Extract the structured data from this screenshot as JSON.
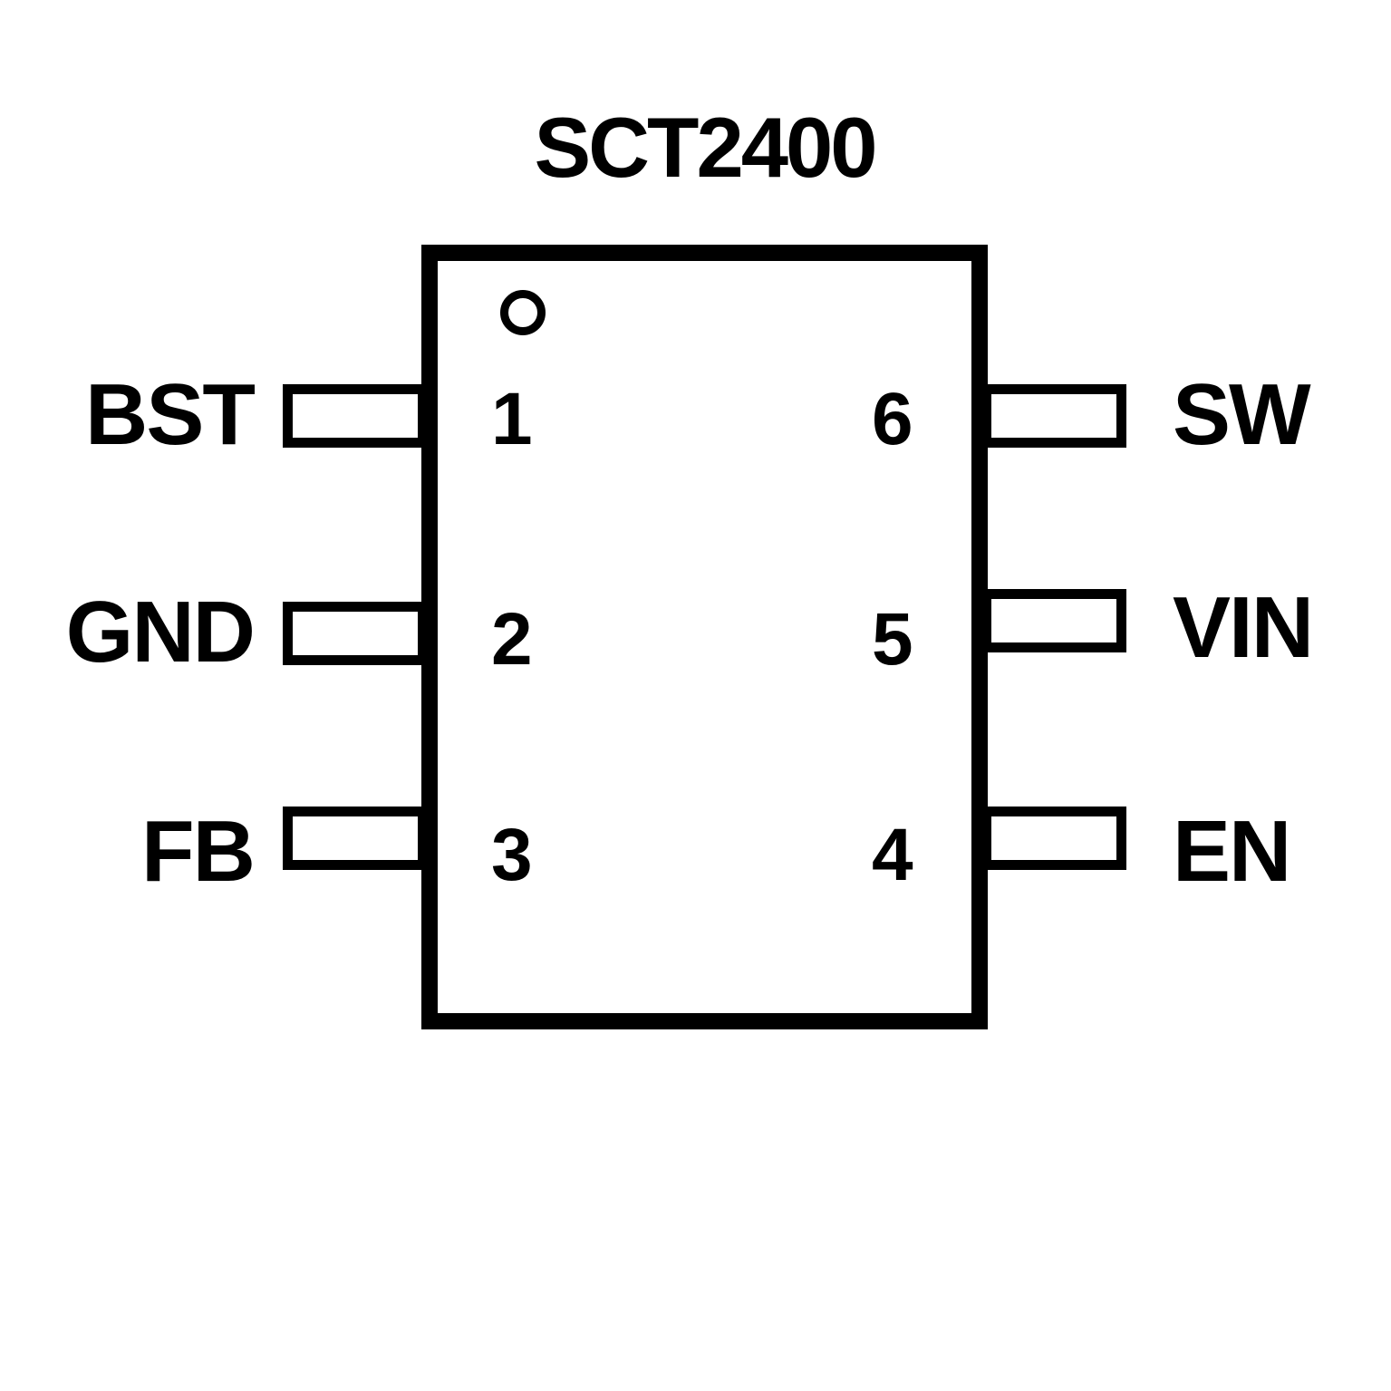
{
  "title": "SCT2400",
  "diagram_type": "ic-pinout",
  "package_pin_count": 6,
  "colors": {
    "line": "#000000",
    "background": "#ffffff"
  },
  "pins": {
    "left": [
      {
        "number": "1",
        "label": "BST"
      },
      {
        "number": "2",
        "label": "GND"
      },
      {
        "number": "3",
        "label": "FB"
      }
    ],
    "right": [
      {
        "number": "6",
        "label": "SW"
      },
      {
        "number": "5",
        "label": "VIN"
      },
      {
        "number": "4",
        "label": "EN"
      }
    ]
  }
}
